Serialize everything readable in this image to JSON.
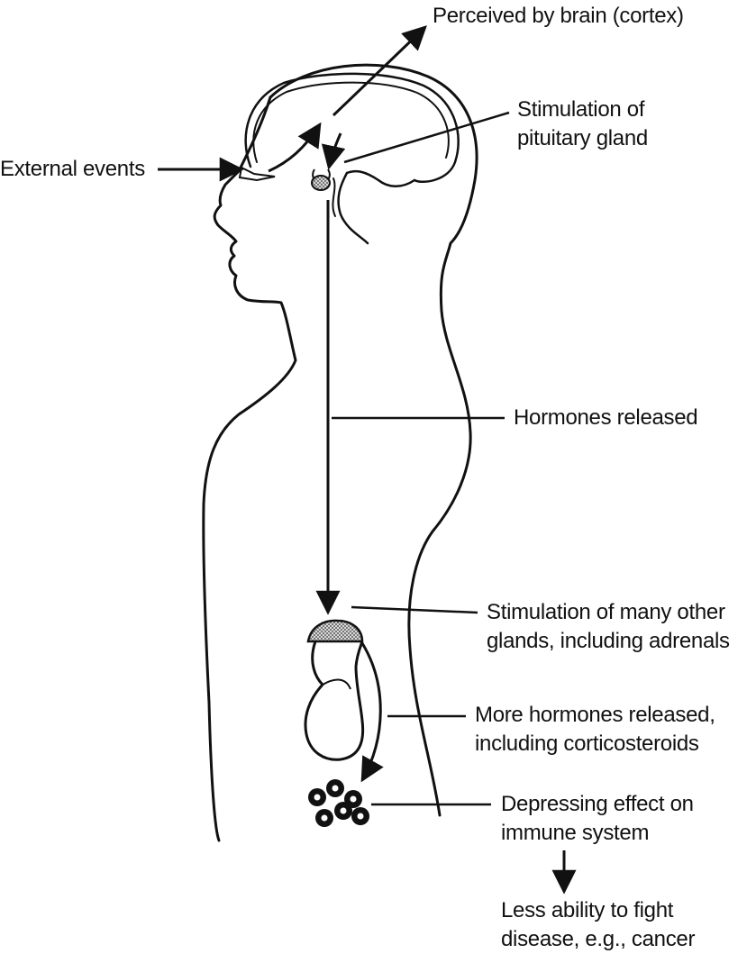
{
  "diagram": {
    "labels": {
      "perceived_by_brain": "Perceived by brain (cortex)",
      "stimulation_pituitary": [
        "Stimulation of",
        "pituitary gland"
      ],
      "external_events": "External events",
      "hormones_released": "Hormones released",
      "stimulation_other_glands": [
        "Stimulation of many other",
        "glands, including adrenals"
      ],
      "more_hormones": [
        "More hormones released,",
        "including corticosteroids"
      ],
      "depressing_effect": [
        "Depressing effect on",
        "immune system"
      ],
      "less_ability": [
        "Less ability to fight",
        "disease, e.g., cancer"
      ]
    },
    "colors": {
      "ink": "#111111",
      "gland_fill": "#9a9a9a",
      "background": "#ffffff"
    }
  }
}
